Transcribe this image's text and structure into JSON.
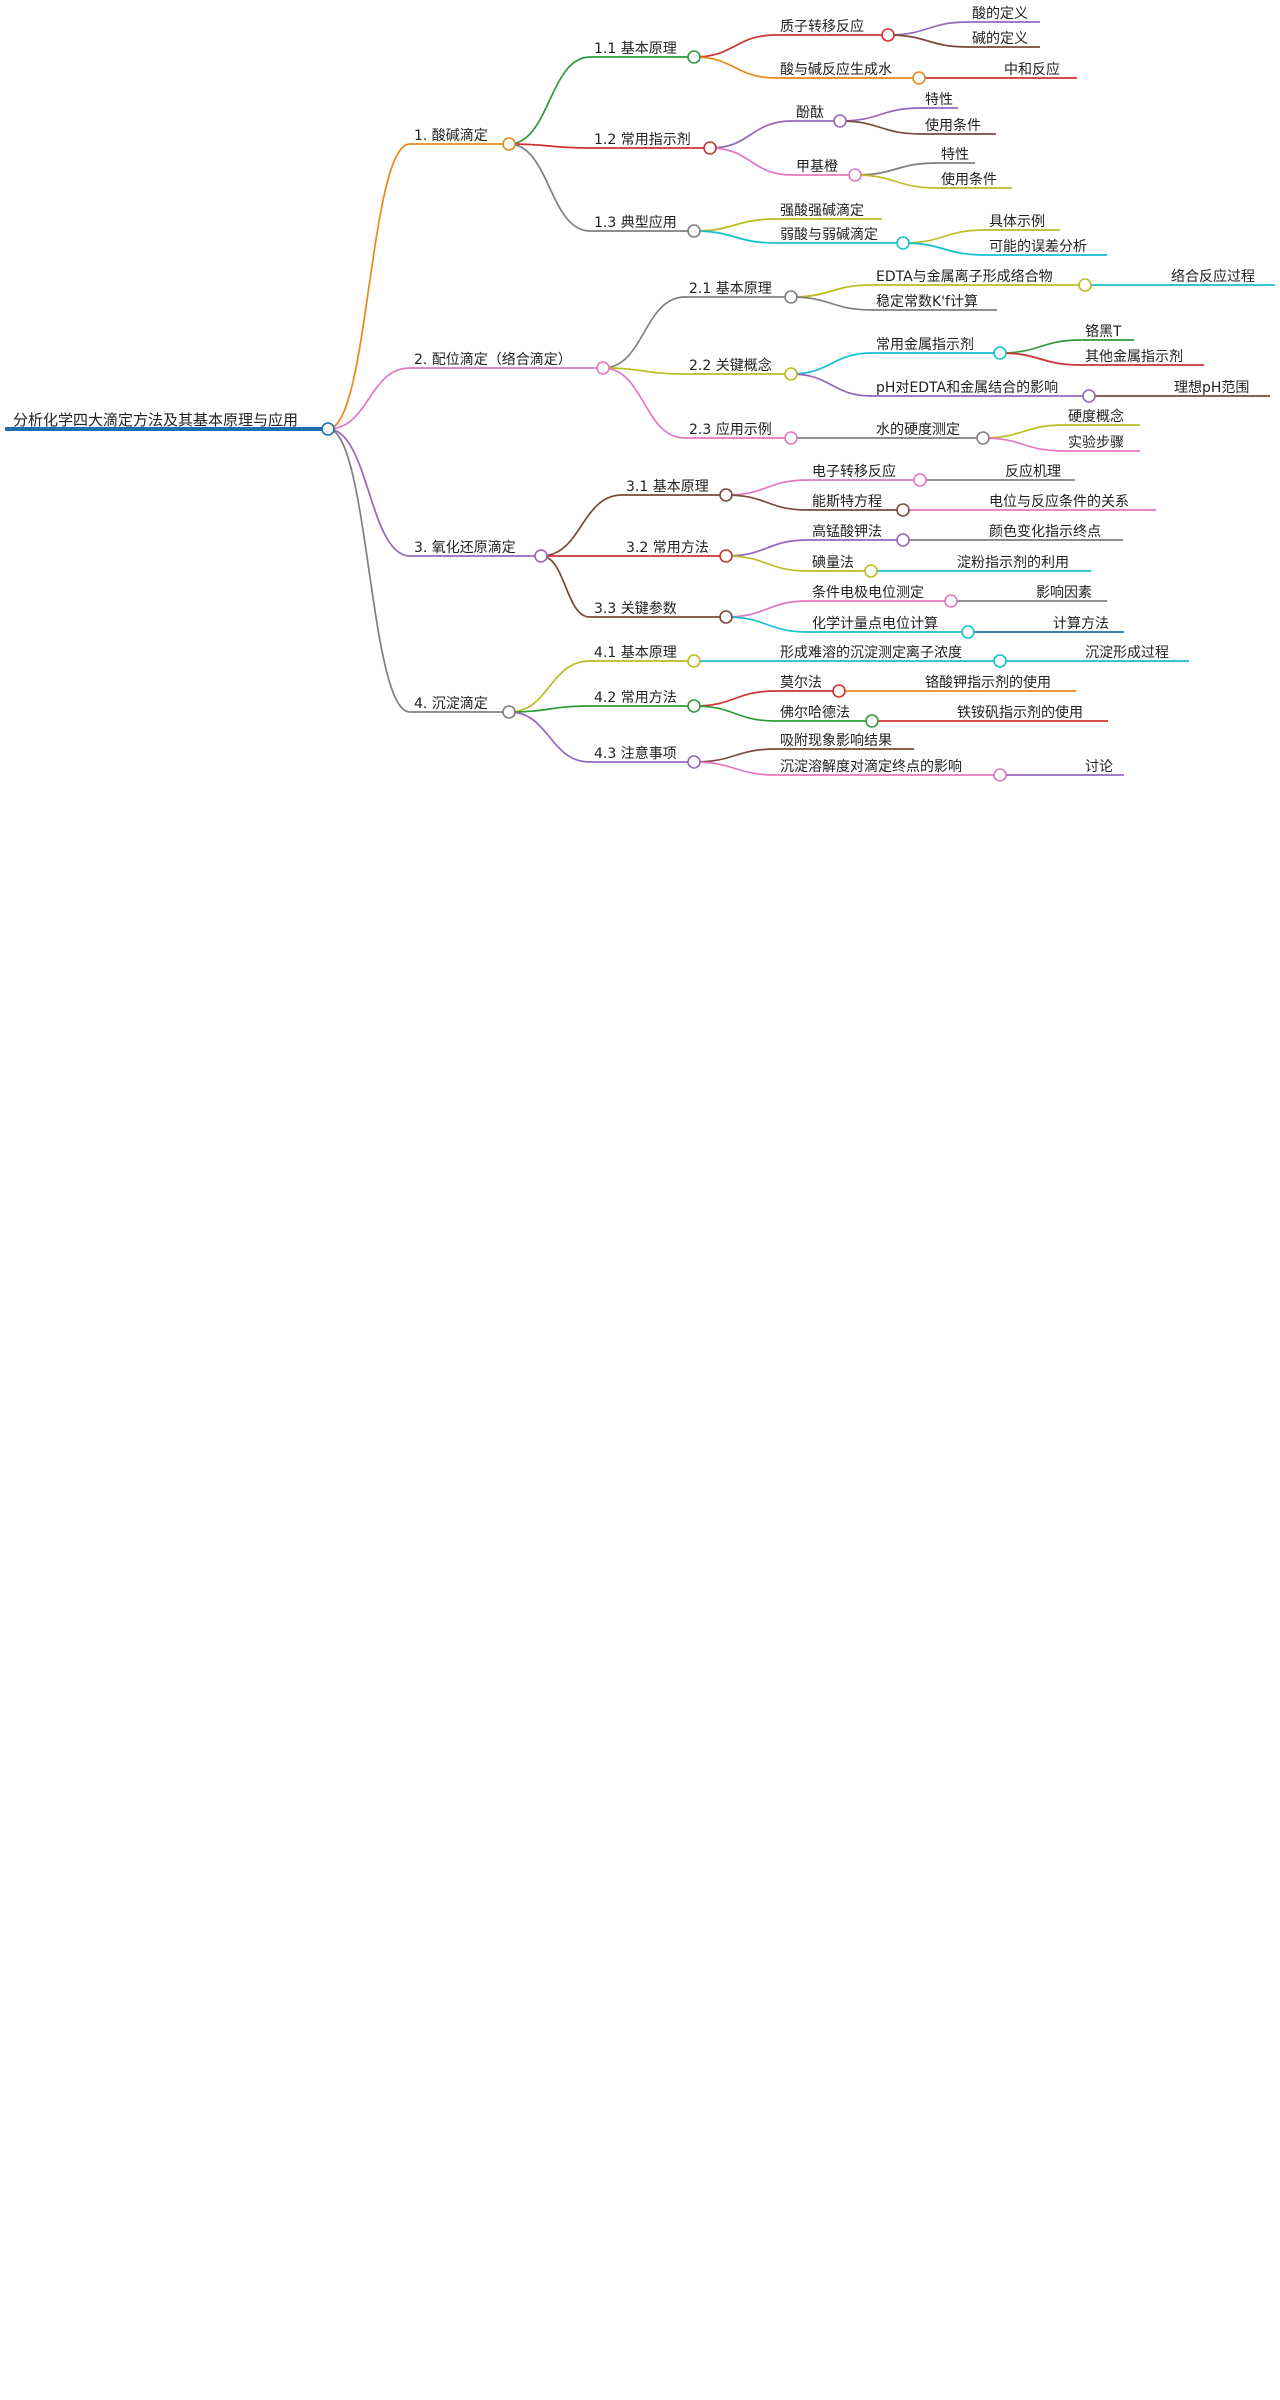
{
  "colors": {
    "root": "#1f6fb0",
    "orange": "#e8891b",
    "green": "#2e9a3a",
    "red": "#cf3333",
    "purple": "#9467bd",
    "brown": "#7a4a3c",
    "pink": "#e377c2",
    "gray": "#7f7f7f",
    "olive": "#bcbd22",
    "cyan": "#17becf"
  },
  "mindmap": {
    "root": {
      "id": "root",
      "label": "分析化学四大滴定方法及其基本原理与应用",
      "color": "root"
    },
    "nodes": [
      {
        "id": "n1",
        "parent": "root",
        "label": "1. 酸碱滴定",
        "color": "orange"
      },
      {
        "id": "n1_1",
        "parent": "n1",
        "label": "1.1 基本原理",
        "color": "green"
      },
      {
        "id": "n1_1_1",
        "parent": "n1_1",
        "label": "质子转移反应",
        "color": "red"
      },
      {
        "id": "n1_1_1_1",
        "parent": "n1_1_1",
        "label": "酸的定义",
        "color": "purple"
      },
      {
        "id": "n1_1_1_2",
        "parent": "n1_1_1",
        "label": "碱的定义",
        "color": "brown"
      },
      {
        "id": "n1_1_2",
        "parent": "n1_1",
        "label": "酸与碱反应生成水",
        "color": "orange"
      },
      {
        "id": "n1_1_2_1",
        "parent": "n1_1_2",
        "label": "中和反应",
        "color": "red"
      },
      {
        "id": "n1_2",
        "parent": "n1",
        "label": "1.2 常用指示剂",
        "color": "red"
      },
      {
        "id": "n1_2_1",
        "parent": "n1_2",
        "label": "酚酞",
        "color": "purple"
      },
      {
        "id": "n1_2_1_1",
        "parent": "n1_2_1",
        "label": "特性",
        "color": "purple"
      },
      {
        "id": "n1_2_1_2",
        "parent": "n1_2_1",
        "label": "使用条件",
        "color": "brown"
      },
      {
        "id": "n1_2_2",
        "parent": "n1_2",
        "label": "甲基橙",
        "color": "pink"
      },
      {
        "id": "n1_2_2_1",
        "parent": "n1_2_2",
        "label": "特性",
        "color": "gray"
      },
      {
        "id": "n1_2_2_2",
        "parent": "n1_2_2",
        "label": "使用条件",
        "color": "olive"
      },
      {
        "id": "n1_3",
        "parent": "n1",
        "label": "1.3 典型应用",
        "color": "gray"
      },
      {
        "id": "n1_3_1",
        "parent": "n1_3",
        "label": "强酸强碱滴定",
        "color": "olive"
      },
      {
        "id": "n1_3_2",
        "parent": "n1_3",
        "label": "弱酸与弱碱滴定",
        "color": "cyan"
      },
      {
        "id": "n1_3_2_1",
        "parent": "n1_3_2",
        "label": "具体示例",
        "color": "olive"
      },
      {
        "id": "n1_3_2_2",
        "parent": "n1_3_2",
        "label": "可能的误差分析",
        "color": "cyan"
      },
      {
        "id": "n2",
        "parent": "root",
        "label": "2. 配位滴定（络合滴定）",
        "color": "pink"
      },
      {
        "id": "n2_1",
        "parent": "n2",
        "label": "2.1 基本原理",
        "color": "gray"
      },
      {
        "id": "n2_1_1",
        "parent": "n2_1",
        "label": "EDTA与金属离子形成络合物",
        "color": "olive"
      },
      {
        "id": "n2_1_1_1",
        "parent": "n2_1_1",
        "label": "络合反应过程",
        "color": "cyan"
      },
      {
        "id": "n2_1_2",
        "parent": "n2_1",
        "label": "稳定常数K'f计算",
        "color": "gray"
      },
      {
        "id": "n2_2",
        "parent": "n2",
        "label": "2.2 关键概念",
        "color": "olive"
      },
      {
        "id": "n2_2_1",
        "parent": "n2_2",
        "label": "常用金属指示剂",
        "color": "cyan"
      },
      {
        "id": "n2_2_1_1",
        "parent": "n2_2_1",
        "label": "铬黑T",
        "color": "green"
      },
      {
        "id": "n2_2_1_2",
        "parent": "n2_2_1",
        "label": "其他金属指示剂",
        "color": "red"
      },
      {
        "id": "n2_2_2",
        "parent": "n2_2",
        "label": "pH对EDTA和金属结合的影响",
        "color": "purple"
      },
      {
        "id": "n2_2_2_1",
        "parent": "n2_2_2",
        "label": "理想pH范围",
        "color": "brown"
      },
      {
        "id": "n2_3",
        "parent": "n2",
        "label": "2.3 应用示例",
        "color": "pink"
      },
      {
        "id": "n2_3_1",
        "parent": "n2_3",
        "label": "水的硬度测定",
        "color": "gray"
      },
      {
        "id": "n2_3_1_1",
        "parent": "n2_3_1",
        "label": "硬度概念",
        "color": "olive"
      },
      {
        "id": "n2_3_1_2",
        "parent": "n2_3_1",
        "label": "实验步骤",
        "color": "pink"
      },
      {
        "id": "n3",
        "parent": "root",
        "label": "3. 氧化还原滴定",
        "color": "purple"
      },
      {
        "id": "n3_1",
        "parent": "n3",
        "label": "3.1 基本原理",
        "color": "brown"
      },
      {
        "id": "n3_1_1",
        "parent": "n3_1",
        "label": "电子转移反应",
        "color": "pink"
      },
      {
        "id": "n3_1_1_1",
        "parent": "n3_1_1",
        "label": "反应机理",
        "color": "gray"
      },
      {
        "id": "n3_1_2",
        "parent": "n3_1",
        "label": "能斯特方程",
        "color": "brown"
      },
      {
        "id": "n3_1_2_1",
        "parent": "n3_1_2",
        "label": "电位与反应条件的关系",
        "color": "pink"
      },
      {
        "id": "n3_2",
        "parent": "n3",
        "label": "3.2 常用方法",
        "color": "red"
      },
      {
        "id": "n3_2_1",
        "parent": "n3_2",
        "label": "高锰酸钾法",
        "color": "purple"
      },
      {
        "id": "n3_2_1_1",
        "parent": "n3_2_1",
        "label": "颜色变化指示终点",
        "color": "gray"
      },
      {
        "id": "n3_2_2",
        "parent": "n3_2",
        "label": "碘量法",
        "color": "olive"
      },
      {
        "id": "n3_2_2_1",
        "parent": "n3_2_2",
        "label": "淀粉指示剂的利用",
        "color": "cyan"
      },
      {
        "id": "n3_3",
        "parent": "n3",
        "label": "3.3 关键参数",
        "color": "brown"
      },
      {
        "id": "n3_3_1",
        "parent": "n3_3",
        "label": "条件电极电位测定",
        "color": "pink"
      },
      {
        "id": "n3_3_1_1",
        "parent": "n3_3_1",
        "label": "影响因素",
        "color": "gray"
      },
      {
        "id": "n3_3_2",
        "parent": "n3_3",
        "label": "化学计量点电位计算",
        "color": "cyan"
      },
      {
        "id": "n3_3_2_1",
        "parent": "n3_3_2",
        "label": "计算方法",
        "color": "root"
      },
      {
        "id": "n4",
        "parent": "root",
        "label": "4. 沉淀滴定",
        "color": "gray"
      },
      {
        "id": "n4_1",
        "parent": "n4",
        "label": "4.1 基本原理",
        "color": "olive"
      },
      {
        "id": "n4_1_1",
        "parent": "n4_1",
        "label": "形成难溶的沉淀测定离子浓度",
        "color": "cyan"
      },
      {
        "id": "n4_1_1_1",
        "parent": "n4_1_1",
        "label": "沉淀形成过程",
        "color": "cyan"
      },
      {
        "id": "n4_2",
        "parent": "n4",
        "label": "4.2 常用方法",
        "color": "green"
      },
      {
        "id": "n4_2_1",
        "parent": "n4_2",
        "label": "莫尔法",
        "color": "red"
      },
      {
        "id": "n4_2_1_1",
        "parent": "n4_2_1",
        "label": "铬酸钾指示剂的使用",
        "color": "orange"
      },
      {
        "id": "n4_2_2",
        "parent": "n4_2",
        "label": "佛尔哈德法",
        "color": "green"
      },
      {
        "id": "n4_2_2_1",
        "parent": "n4_2_2",
        "label": "铁铵矾指示剂的使用",
        "color": "red"
      },
      {
        "id": "n4_3",
        "parent": "n4",
        "label": "4.3 注意事项",
        "color": "purple"
      },
      {
        "id": "n4_3_1",
        "parent": "n4_3",
        "label": "吸附现象影响结果",
        "color": "brown"
      },
      {
        "id": "n4_3_2",
        "parent": "n4_3",
        "label": "沉淀溶解度对滴定终点的影响",
        "color": "pink"
      },
      {
        "id": "n4_3_2_1",
        "parent": "n4_3_2",
        "label": "讨论",
        "color": "purple"
      }
    ]
  }
}
